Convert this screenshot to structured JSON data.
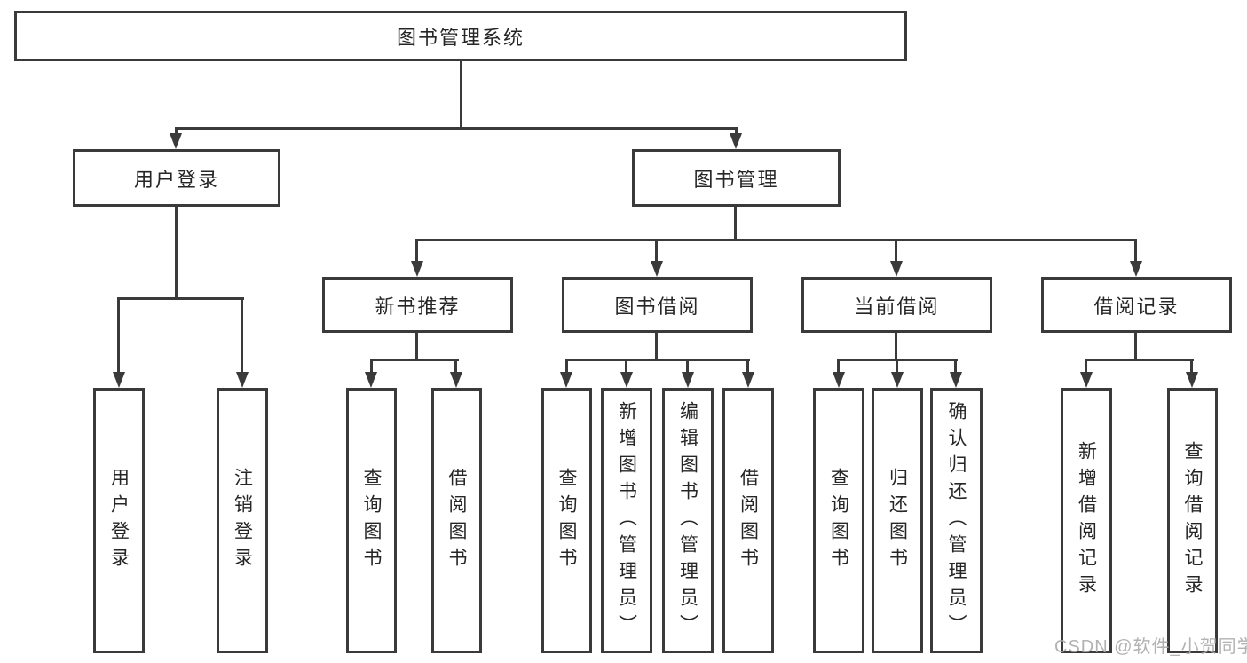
{
  "diagram_title": "图书管理系统",
  "nodes": {
    "root": "图书管理系统",
    "level2": [
      "用户登录",
      "图书管理"
    ],
    "level3": [
      "新书推荐",
      "图书借阅",
      "当前借阅",
      "借阅记录"
    ],
    "leaves": {
      "user": [
        "用户登录",
        "注销登录"
      ],
      "newbook": [
        "查询图书",
        "借阅图书"
      ],
      "borrow": [
        "查询图书",
        "新增图书（管理员）",
        "编辑图书（管理员）",
        "借阅图书"
      ],
      "current": [
        "查询图书",
        "归还图书",
        "确认归还（管理员）"
      ],
      "records": [
        "新增借阅记录",
        "查询借阅记录"
      ]
    }
  },
  "watermark": "CSDN @软件_小贺同学",
  "colors": {
    "line": "#3a3a3a",
    "text": "#262626",
    "background": "#ffffff",
    "watermark": "#aaaaaa"
  }
}
